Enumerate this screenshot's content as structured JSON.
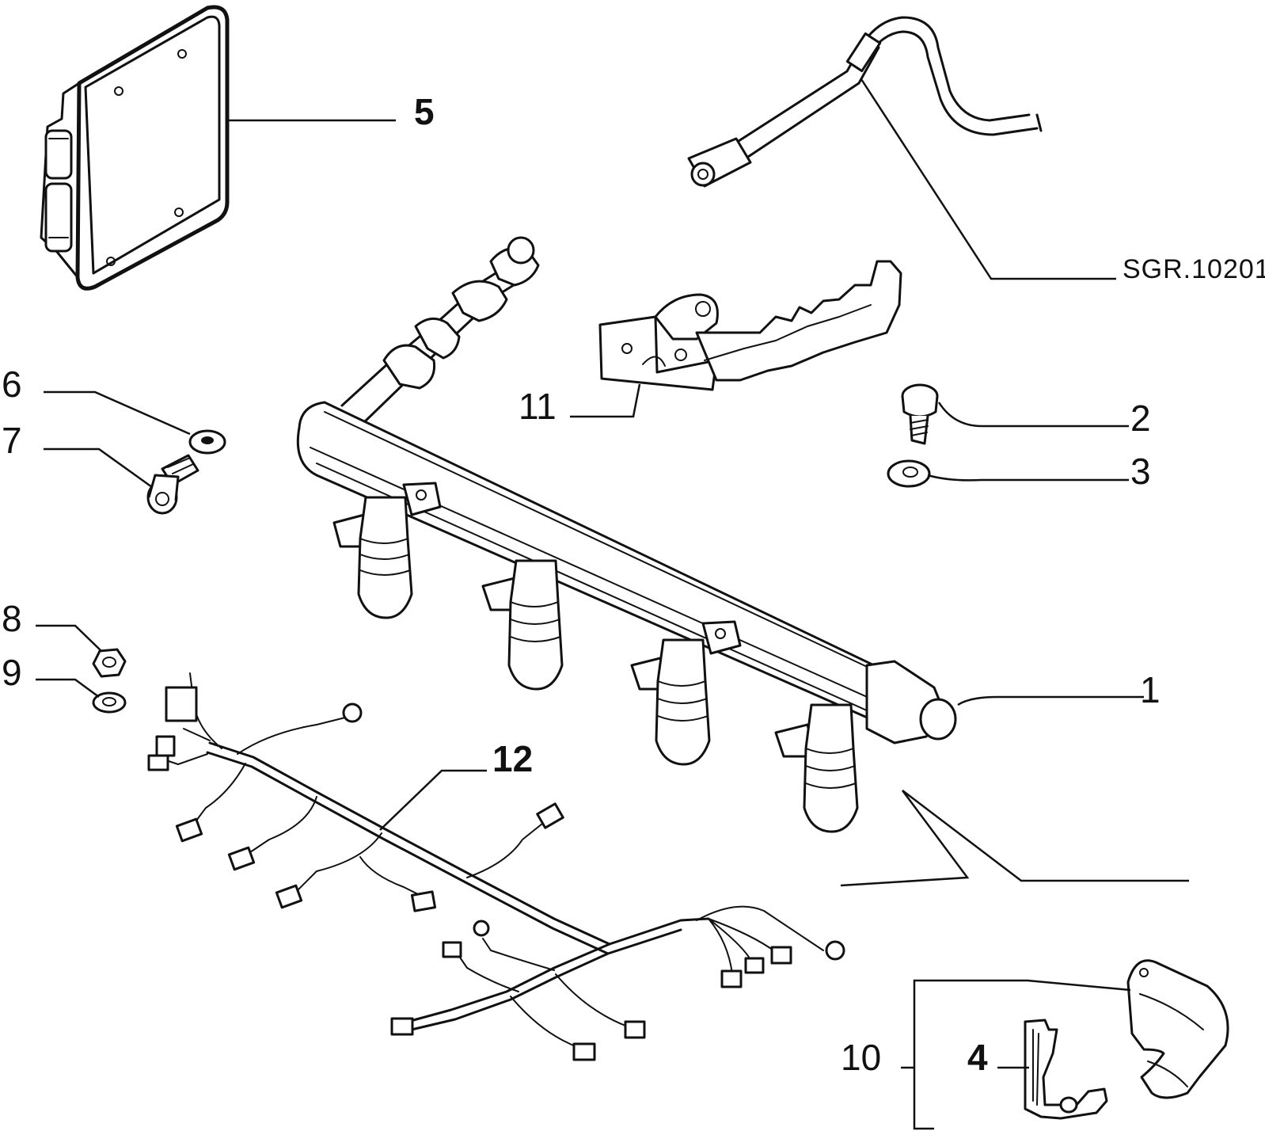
{
  "drawing_code": "SGR.10201",
  "callouts": [
    {
      "id": "1",
      "text": "1"
    },
    {
      "id": "2",
      "text": "2"
    },
    {
      "id": "3",
      "text": "3"
    },
    {
      "id": "4",
      "text": "4"
    },
    {
      "id": "5",
      "text": "5"
    },
    {
      "id": "6",
      "text": "6"
    },
    {
      "id": "7",
      "text": "7"
    },
    {
      "id": "8",
      "text": "8"
    },
    {
      "id": "9",
      "text": "9"
    },
    {
      "id": "10",
      "text": "10"
    },
    {
      "id": "11",
      "text": "11"
    },
    {
      "id": "12",
      "text": "12"
    }
  ]
}
